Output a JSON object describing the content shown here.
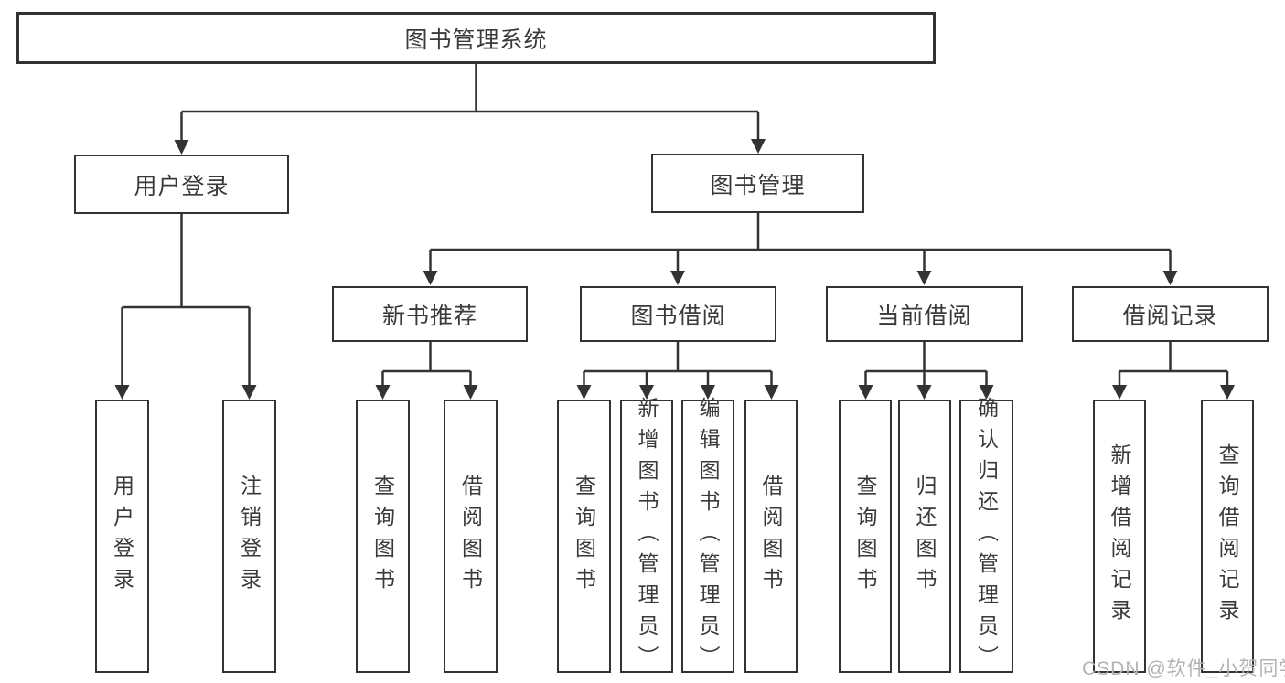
{
  "colors": {
    "line": "#333333",
    "text": "#3a3a3a",
    "box_bg": "#ffffff",
    "watermark": "#b3b3b3"
  },
  "tree": {
    "root": {
      "label": "图书管理系统"
    },
    "branches": [
      {
        "label": "用户登录",
        "leaves": [
          {
            "label": "用户登录"
          },
          {
            "label": "注销登录"
          }
        ]
      },
      {
        "label": "图书管理",
        "groups": [
          {
            "label": "新书推荐",
            "leaves": [
              {
                "label": "查询图书"
              },
              {
                "label": "借阅图书"
              }
            ]
          },
          {
            "label": "图书借阅",
            "leaves": [
              {
                "label": "查询图书"
              },
              {
                "label": "新增图书（管理员）"
              },
              {
                "label": "编辑图书（管理员）"
              },
              {
                "label": "借阅图书"
              }
            ]
          },
          {
            "label": "当前借阅",
            "leaves": [
              {
                "label": "查询图书"
              },
              {
                "label": "归还图书"
              },
              {
                "label": "确认归还（管理员）"
              }
            ]
          },
          {
            "label": "借阅记录",
            "leaves": [
              {
                "label": "新增借阅记录"
              },
              {
                "label": "查询借阅记录"
              }
            ]
          }
        ]
      }
    ]
  },
  "watermark": {
    "text": "CSDN @软件_小贺同学"
  }
}
